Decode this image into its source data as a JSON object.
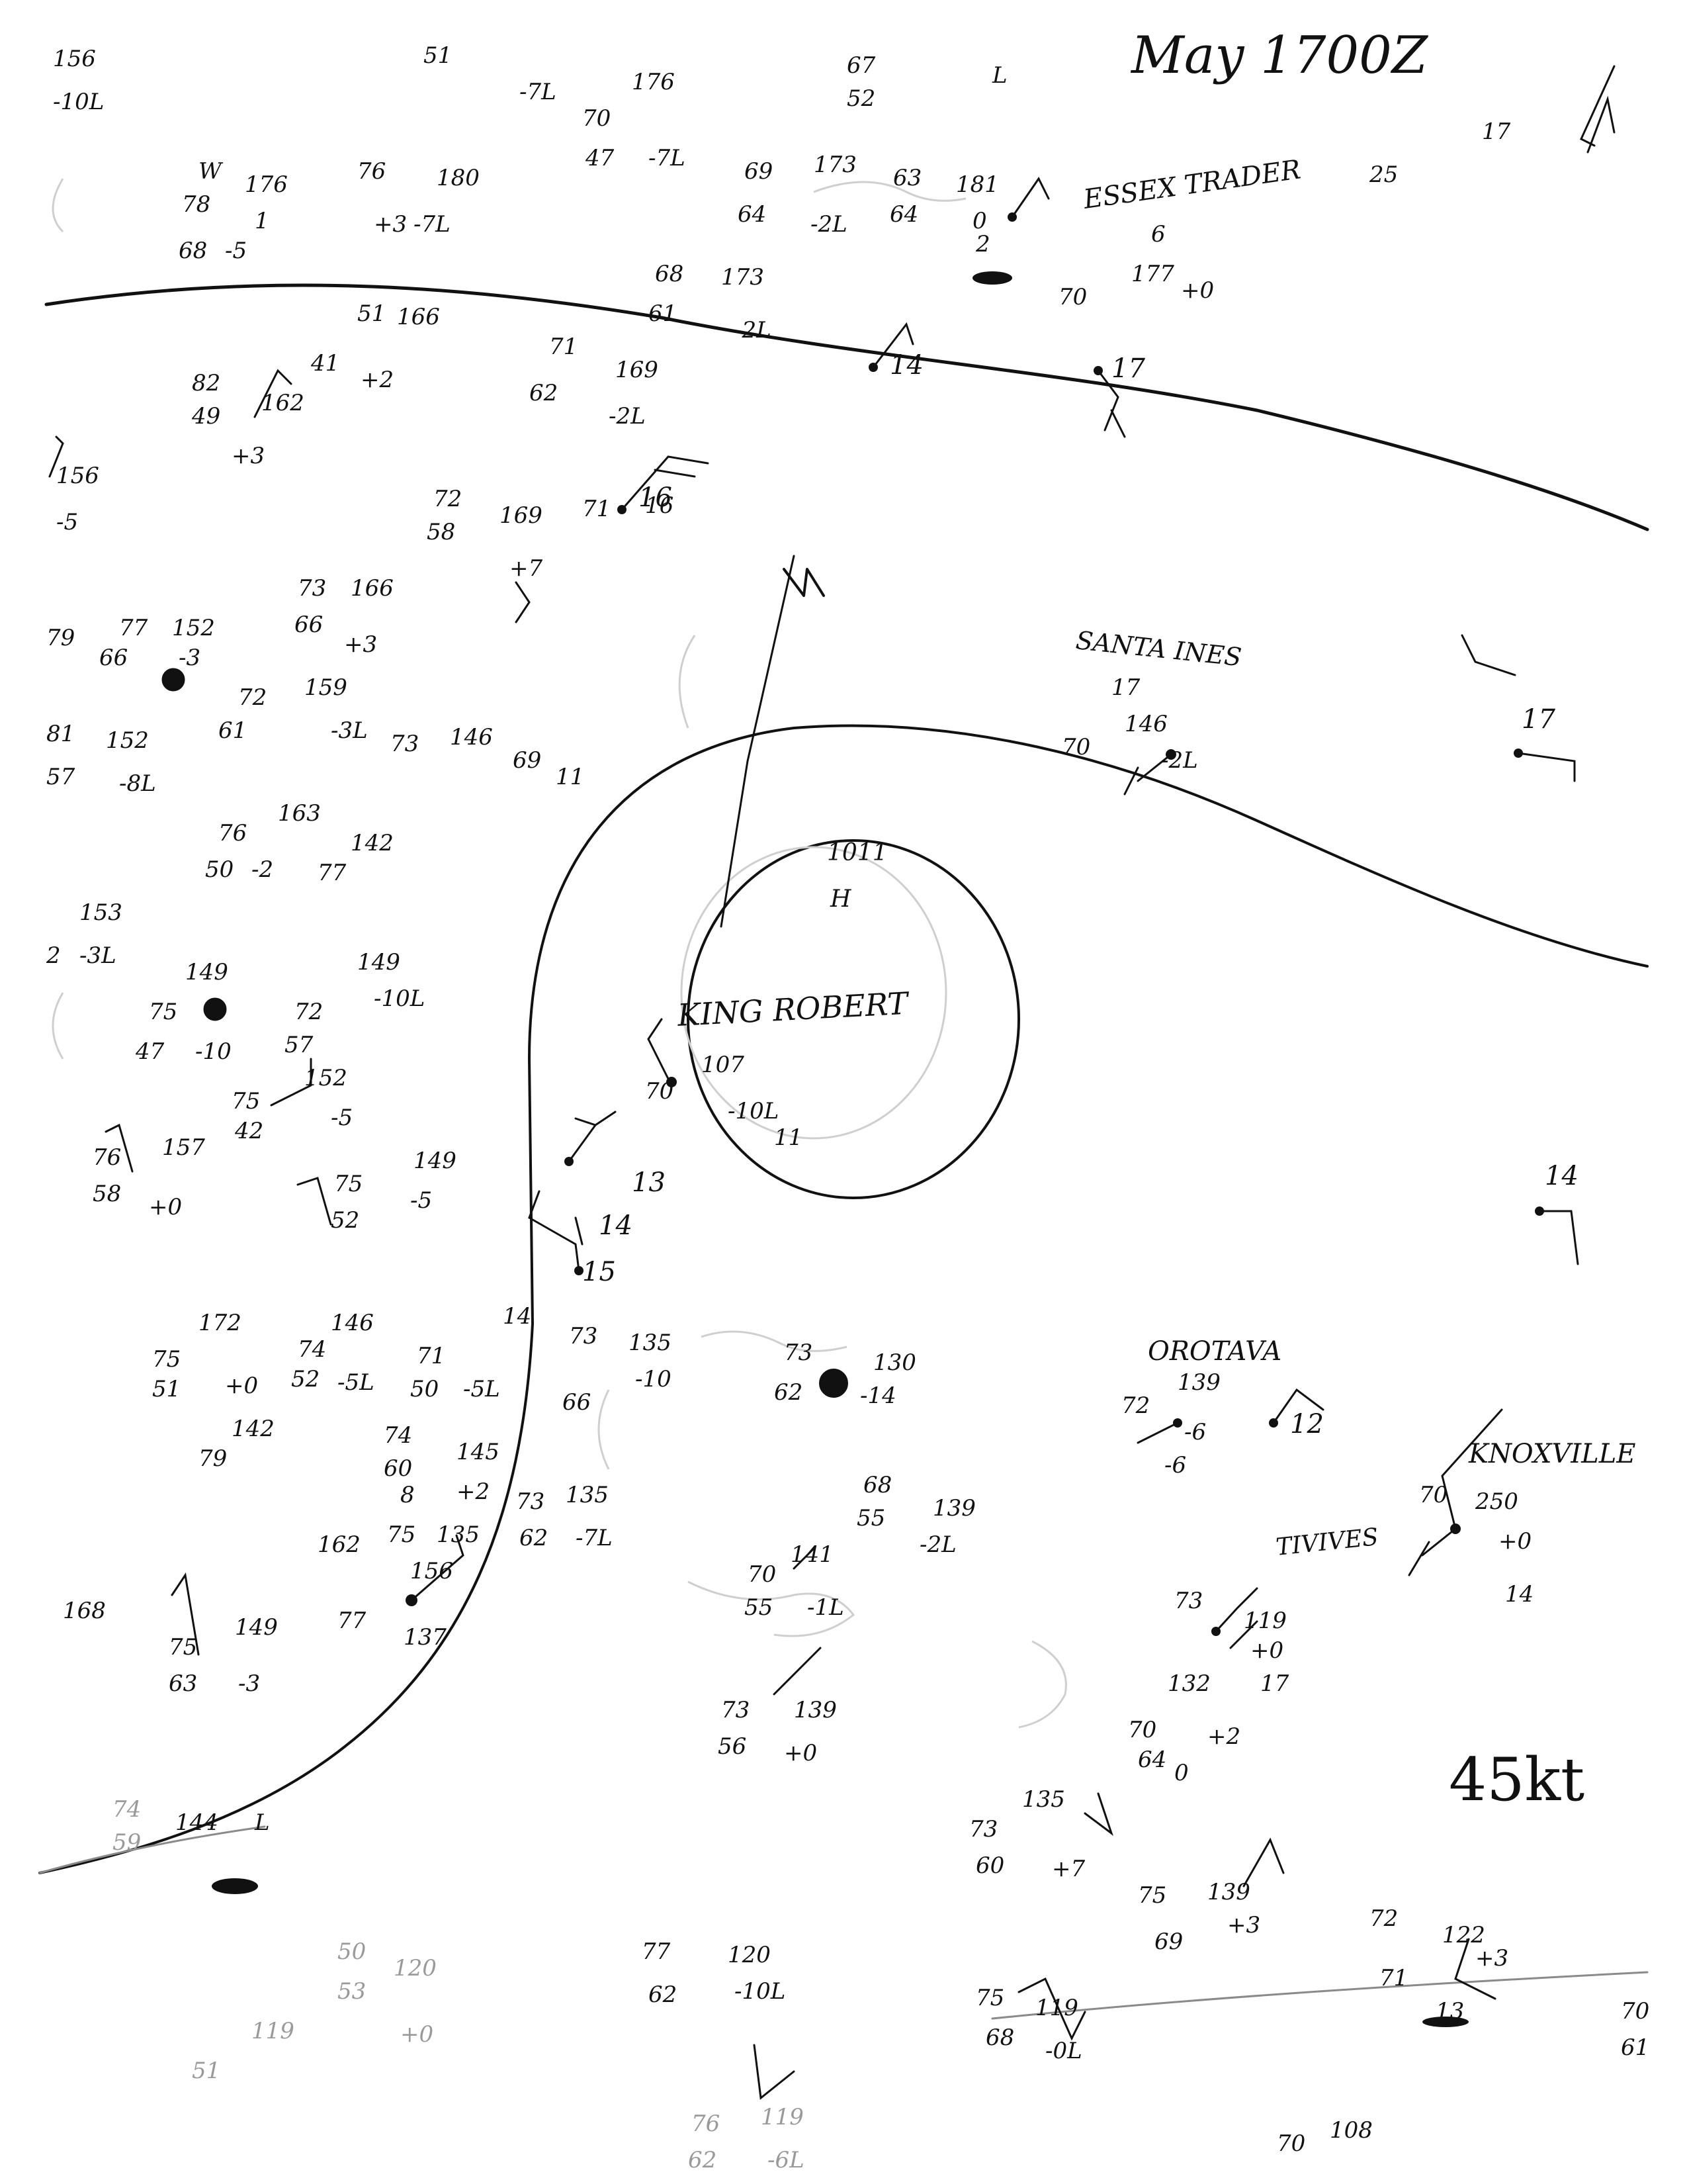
{
  "header": {
    "title": "May 1700Z"
  },
  "ships": [
    {
      "name": "ESSEX TRADER"
    },
    {
      "name": "SANTA INES"
    },
    {
      "name": "KING ROBERT"
    },
    {
      "name": "OROTAVA"
    },
    {
      "name": "KNOXVILLE"
    },
    {
      "name": "TIVIVES"
    }
  ],
  "wind_note": "45kt",
  "center": {
    "label": "H",
    "pressure": "1011"
  },
  "isobar_labels": [
    "14",
    "17",
    "17",
    "13",
    "14",
    "15",
    "16",
    "14",
    "12"
  ],
  "plots": {
    "r1": [
      "156",
      "-10L"
    ],
    "r2": [
      "51",
      "176",
      "-7L"
    ],
    "r3": [
      "67",
      "52",
      "L"
    ],
    "r4": [
      "W",
      "176",
      "76",
      "180",
      "78",
      "1",
      "+3",
      "-7L",
      "68",
      "-5"
    ],
    "r5": [
      "69",
      "173",
      "64",
      "-2L",
      "63",
      "181",
      "64",
      "0",
      "2",
      "6"
    ],
    "r6": [
      "70",
      "47",
      "-7L"
    ],
    "r7": [
      "51",
      "166",
      "82",
      "41",
      "+2",
      "49",
      "162",
      "+3"
    ],
    "r8": [
      "68",
      "173",
      "61",
      "-2L"
    ],
    "r9": [
      "71",
      "169",
      "62",
      "-2L"
    ],
    "r10": [
      "70",
      "177",
      "+0"
    ],
    "r11": [
      "25",
      "17"
    ],
    "r12": [
      "156",
      "-5"
    ],
    "r13": [
      "72",
      "169",
      "58",
      "+7",
      "71",
      "16"
    ],
    "r14": [
      "73",
      "166",
      "66",
      "+3"
    ],
    "r15": [
      "79",
      "77",
      "152",
      "66",
      "-3"
    ],
    "r16": [
      "81",
      "152",
      "57",
      "-8L",
      "72",
      "159",
      "61",
      "-3L",
      "73",
      "146"
    ],
    "r17": [
      "69",
      "11"
    ],
    "r18": [
      "76",
      "163",
      "50",
      "-2",
      "77",
      "142"
    ],
    "r19": [
      "17",
      "146",
      "70",
      "-2L"
    ],
    "r20": [
      "153",
      "2",
      "-3L"
    ],
    "r21": [
      "149",
      "75",
      "47",
      "-10",
      "72",
      "149",
      "57",
      "-10L"
    ],
    "r22": [
      "75",
      "152",
      "42",
      "-5"
    ],
    "r23": [
      "107",
      "70",
      "-10L",
      "11"
    ],
    "r24": [
      "76",
      "157",
      "58",
      "+0"
    ],
    "r25": [
      "75",
      "149",
      "52",
      "-5"
    ],
    "r26": [
      "172",
      "146",
      "75",
      "74",
      "51",
      "+0",
      "52",
      "-5L",
      "71",
      "50",
      "-5L"
    ],
    "r27": [
      "73",
      "135",
      "66",
      "-10",
      "14"
    ],
    "r28": [
      "73",
      "130",
      "62",
      "-14"
    ],
    "r29": [
      "142",
      "79",
      "74",
      "145",
      "60",
      "8",
      "+2"
    ],
    "r30": [
      "72",
      "139",
      "-6",
      "-6"
    ],
    "r31": [
      "68",
      "139",
      "55",
      "-2L"
    ],
    "r32": [
      "162",
      "75",
      "135",
      "73",
      "135",
      "62",
      "-7L"
    ],
    "r33": [
      "70",
      "250",
      "+0",
      "14"
    ],
    "r34": [
      "70",
      "141",
      "55",
      "-1L"
    ],
    "r35": [
      "168"
    ],
    "r36": [
      "75",
      "149",
      "63",
      "-3"
    ],
    "r37": [
      "156",
      "77",
      "137"
    ],
    "r38": [
      "73",
      "119",
      "+0"
    ],
    "r39": [
      "132",
      "17",
      "70",
      "64",
      "+2",
      "0"
    ],
    "r40": [
      "73",
      "139",
      "56",
      "+0"
    ],
    "r41": [
      "74",
      "59",
      "144",
      "L"
    ],
    "r42": [
      "135",
      "73",
      "60",
      "+7"
    ],
    "r43": [
      "75",
      "139",
      "69",
      "+3"
    ],
    "r44": [
      "72",
      "122",
      "71",
      "+3"
    ],
    "r45": [
      "50",
      "120",
      "53",
      "+0"
    ],
    "r46": [
      "77",
      "120",
      "62",
      "-10L"
    ],
    "r47": [
      "75",
      "119",
      "68",
      "-0L"
    ],
    "r48": [
      "76",
      "119",
      "62",
      "-6L"
    ],
    "r49": [
      "70",
      "108"
    ],
    "r50": [
      "70",
      "61"
    ],
    "r51": [
      "119",
      "51"
    ],
    "r52": [
      "13"
    ]
  }
}
